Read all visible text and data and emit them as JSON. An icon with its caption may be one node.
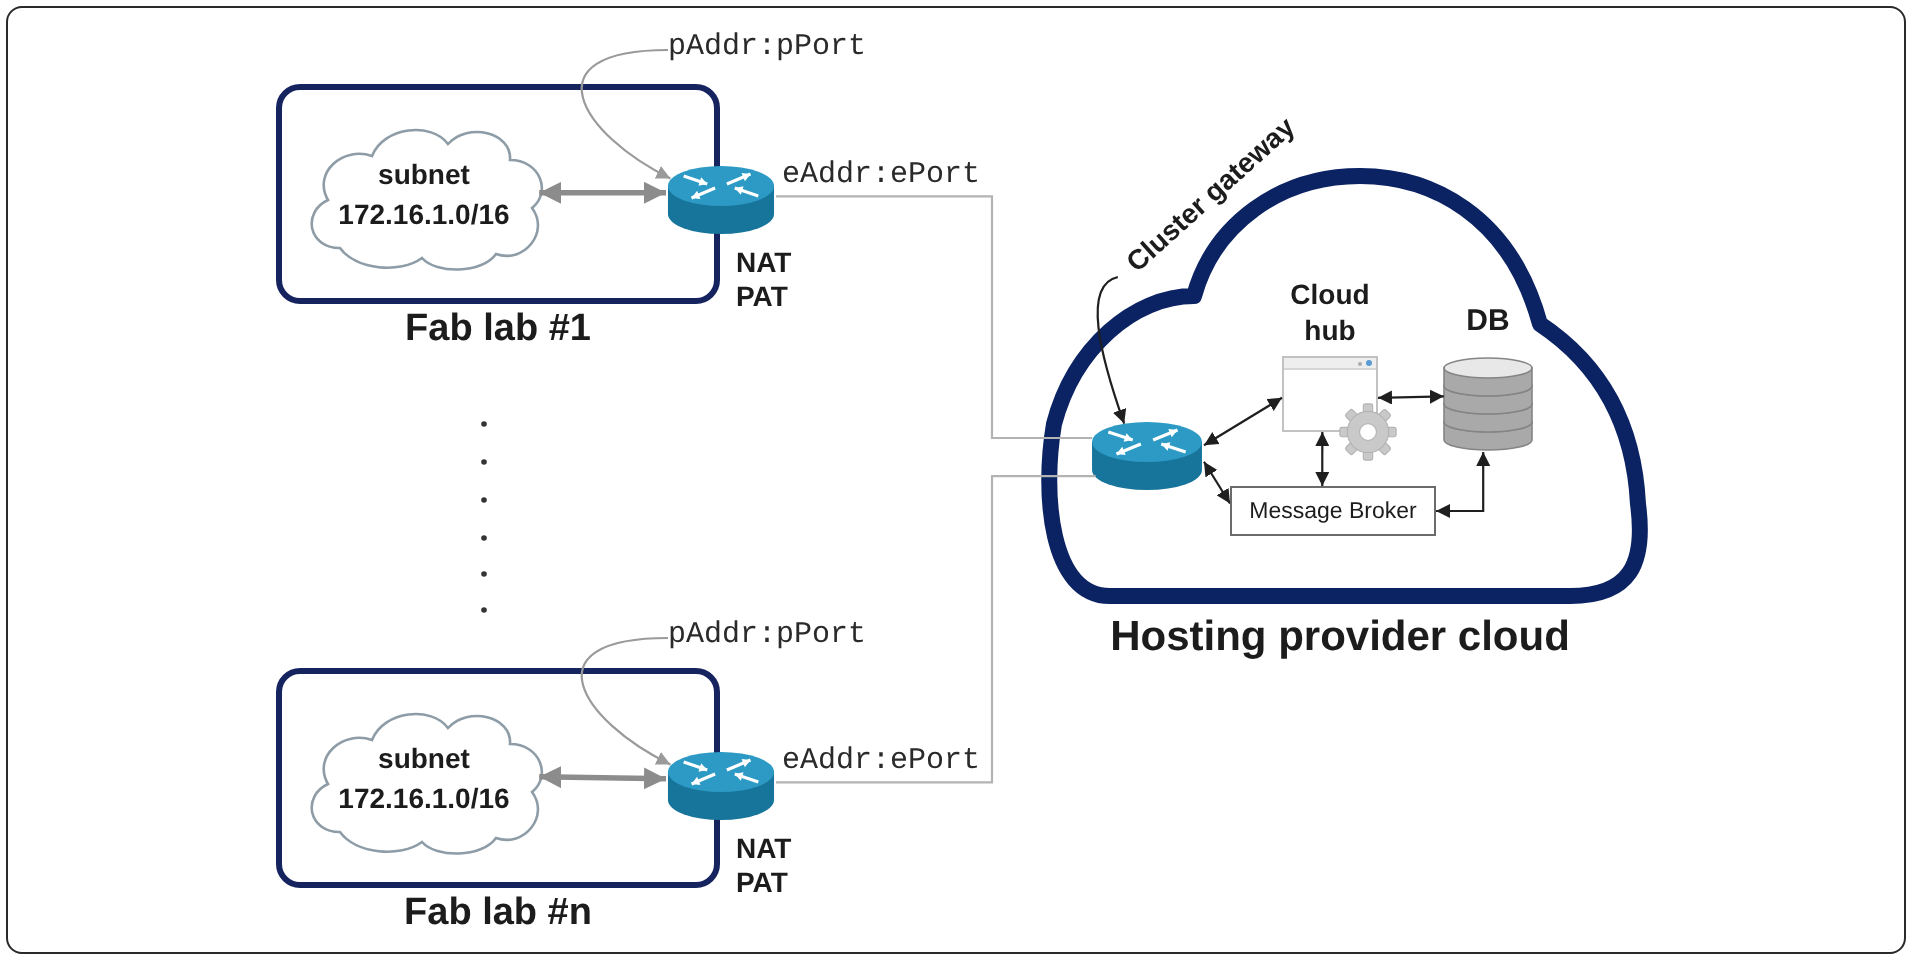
{
  "diagram": {
    "nodes": [
      {
        "text": [
          "Fab lab #1"
        ]
      },
      {
        "text": [
          "subnet",
          "172.16.1.0/16"
        ],
        "in": 0
      },
      {
        "text": [],
        "shape": "picture",
        "beside": [
          "NAT PAT"
        ]
      },
      {
        "text": [
          "pAddr:pPort"
        ]
      },
      {
        "text": [
          "Fab lab #n"
        ]
      },
      {
        "text": [
          "subnet",
          "172.16.1.0/16"
        ],
        "in": 4
      },
      {
        "text": [],
        "shape": "picture",
        "beside": [
          "NAT PAT"
        ]
      },
      {
        "text": [
          "pAddr:pPort"
        ]
      },
      {
        "text": [
          "Hosting provider cloud"
        ]
      },
      {
        "text": [
          "Cluster gateway"
        ]
      },
      {
        "text": [],
        "shape": "picture",
        "in": 8
      },
      {
        "text": [
          "Cloud hub"
        ],
        "in": 8
      },
      {
        "text": [
          "DB"
        ],
        "in": 8
      },
      {
        "text": [
          "Message Broker"
        ],
        "in": 8
      }
    ],
    "edges": [
      {
        "from": 1,
        "to": 2,
        "arrow": "both",
        "style": "thick",
        "color": "#8c8c8c"
      },
      {
        "from": 3,
        "to": 2,
        "arrow": "to",
        "color": "#9a9a9a"
      },
      {
        "from": 2,
        "to": 10,
        "arrow": "none",
        "label": "eAddr:ePort",
        "color": "#b3b3b3"
      },
      {
        "from": 5,
        "to": 6,
        "arrow": "both",
        "style": "thick",
        "color": "#8c8c8c"
      },
      {
        "from": 7,
        "to": 6,
        "arrow": "to",
        "color": "#9a9a9a"
      },
      {
        "from": 6,
        "to": 10,
        "arrow": "none",
        "label": "eAddr:ePort",
        "color": "#b3b3b3"
      },
      {
        "from": 9,
        "to": 10,
        "arrow": "to"
      },
      {
        "from": 10,
        "to": 11,
        "arrow": "both"
      },
      {
        "from": 10,
        "to": 13,
        "arrow": "both"
      },
      {
        "from": 11,
        "to": 12,
        "arrow": "both"
      },
      {
        "from": 11,
        "to": 13,
        "arrow": "both"
      },
      {
        "from": 12,
        "to": 13,
        "arrow": "both"
      }
    ]
  }
}
